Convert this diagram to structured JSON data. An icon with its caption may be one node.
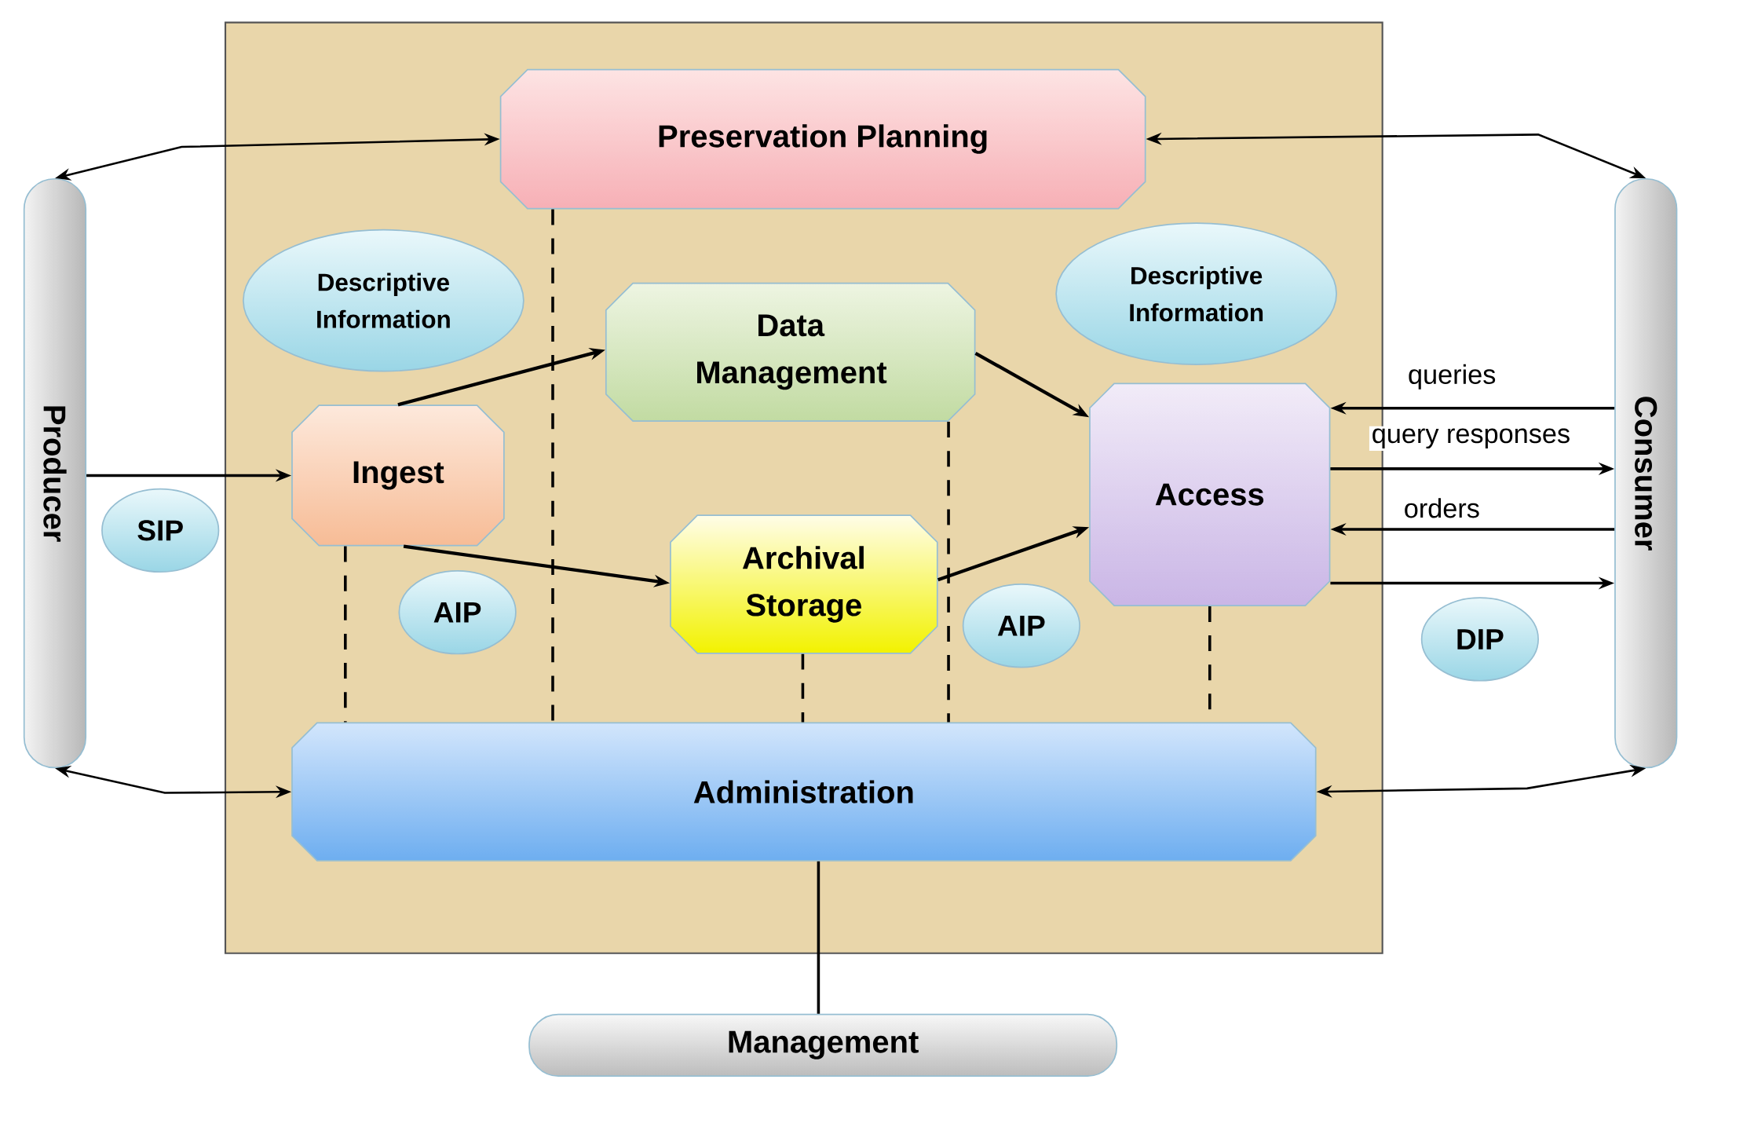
{
  "diagram": {
    "nodes": [
      {
        "text": [
          "Producer"
        ]
      },
      {
        "text": [
          "Preservation Planning"
        ]
      },
      {
        "text": [
          "Consumer"
        ]
      },
      {
        "text": [
          "Descriptive Information"
        ]
      },
      {
        "text": [
          "Data Management"
        ]
      },
      {
        "text": [
          "Descriptive Information"
        ]
      },
      {
        "text": [
          "Ingest"
        ]
      },
      {
        "text": [
          "SIP"
        ]
      },
      {
        "text": [
          "Access"
        ]
      },
      {
        "text": [
          "Archival Storage"
        ]
      },
      {
        "text": [
          "AIP"
        ]
      },
      {
        "text": [
          "AIP"
        ]
      },
      {
        "text": [
          "DIP"
        ]
      },
      {
        "text": [
          "Administration"
        ]
      },
      {
        "text": [
          "Management"
        ]
      }
    ],
    "edges": [
      {
        "from": 0,
        "to": 1,
        "arrow": "both"
      },
      {
        "from": 1,
        "to": 2,
        "arrow": "both"
      },
      {
        "from": 0,
        "to": 6,
        "arrow": "to"
      },
      {
        "from": 6,
        "to": 4,
        "arrow": "to"
      },
      {
        "from": 6,
        "to": 9,
        "arrow": "to"
      },
      {
        "from": 4,
        "to": 8,
        "arrow": "to"
      },
      {
        "from": 9,
        "to": 8,
        "arrow": "to"
      },
      {
        "from": 2,
        "to": 8,
        "arrow": "to",
        "label": "queries"
      },
      {
        "from": 8,
        "to": 2,
        "arrow": "to",
        "label": "query responses"
      },
      {
        "from": 2,
        "to": 8,
        "arrow": "to",
        "label": "orders"
      },
      {
        "from": 8,
        "to": 2,
        "arrow": "to"
      },
      {
        "from": 0,
        "to": 13,
        "arrow": "both"
      },
      {
        "from": 13,
        "to": 2,
        "arrow": "both"
      },
      {
        "from": 1,
        "to": 13,
        "arrow": "none",
        "style": "dashed"
      },
      {
        "from": 6,
        "to": 13,
        "arrow": "none",
        "style": "dashed"
      },
      {
        "from": 4,
        "to": 13,
        "arrow": "none",
        "style": "dashed"
      },
      {
        "from": 9,
        "to": 13,
        "arrow": "none",
        "style": "dashed"
      },
      {
        "from": 8,
        "to": 13,
        "arrow": "none",
        "style": "dashed"
      },
      {
        "from": 13,
        "to": 14,
        "arrow": "none"
      }
    ]
  }
}
